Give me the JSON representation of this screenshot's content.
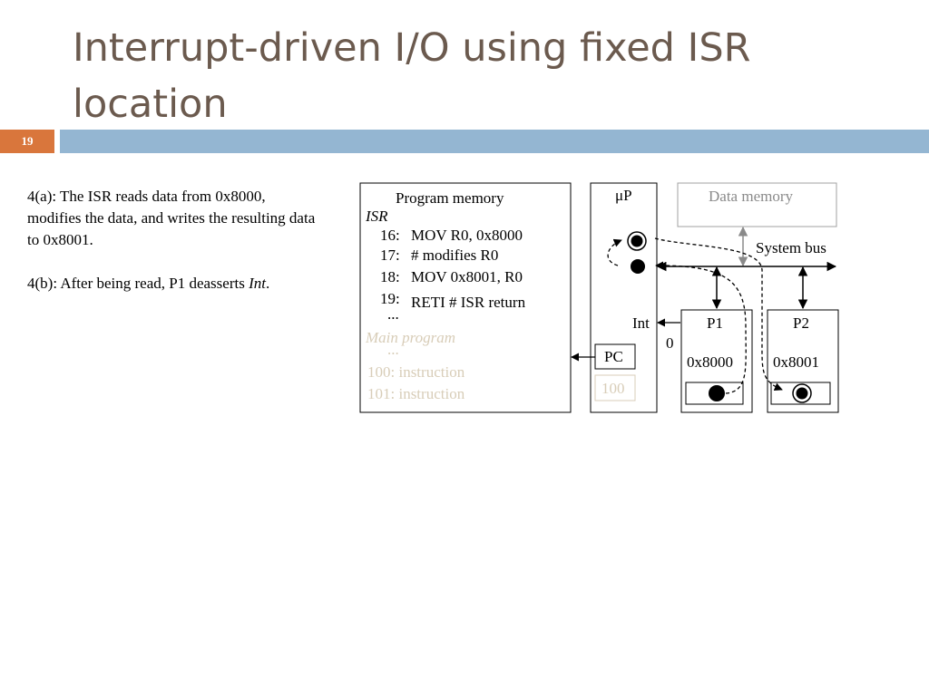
{
  "slide": {
    "title": "Interrupt-driven I/O using fixed ISR location",
    "number": "19"
  },
  "text": {
    "p1": "4(a): The ISR reads data from 0x8000, modifies the data, and writes the resulting data to 0x8001.",
    "p2_prefix": "4(b): After being read, P1 deasserts ",
    "p2_italic": "Int",
    "p2_suffix": "."
  },
  "diagram": {
    "program_memory": {
      "title": "Program memory",
      "isr_label": "ISR",
      "isr_lines": [
        {
          "num": "16:",
          "code": "MOV R0, 0x8000"
        },
        {
          "num": "17:",
          "code": "# modifies R0"
        },
        {
          "num": "18:",
          "code": "MOV 0x8001, R0"
        },
        {
          "num": "19:",
          "code": "RETI  # ISR return"
        }
      ],
      "ellipsis": "...",
      "main_label": "Main program",
      "main_ellipsis": "...",
      "main_lines": [
        "100:  instruction",
        "101:  instruction"
      ]
    },
    "cpu": {
      "label": "μP",
      "pc_label": "PC",
      "pc_value": "100"
    },
    "data_memory": "Data memory",
    "system_bus": "System bus",
    "int_label": "Int",
    "int_value": "0",
    "p1": {
      "label": "P1",
      "address": "0x8000"
    },
    "p2": {
      "label": "P2",
      "address": "0x8001"
    }
  }
}
